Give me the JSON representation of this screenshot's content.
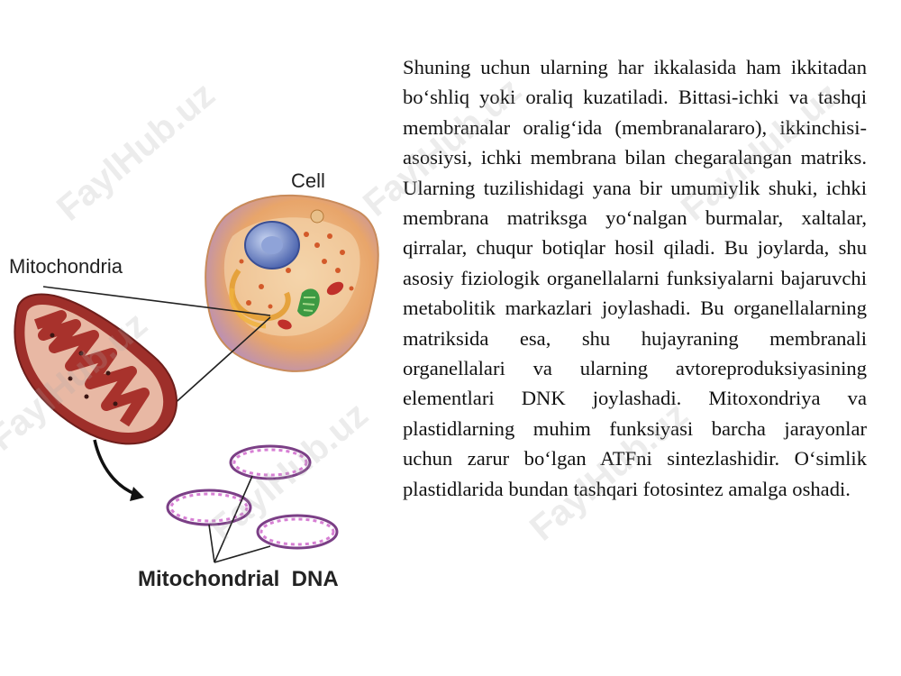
{
  "watermark": "FaylHub.uz",
  "figure": {
    "cell_label": "Cell",
    "mitochondria_label": "Mitochondria",
    "dna_label": "Mitochondrial  DNA"
  },
  "paragraph": "Shuning uchun ularning har ikkalasida  ham ikkitadan bo‘shliq yoki oraliq kuzatiladi. Bittasi-ichki va tashqi membranalar oralig‘ida (membranalararo), ikkinchisi- asosiysi, ichki membrana bilan chegaralangan matriks. Ularning tuzilishidagi yana bir umumiylik shuki, ichki membrana matriksga yo‘nalgan burmalar, xaltalar, qirralar, chuqur botiqlar hosil qiladi. Bu joylarda, shu asosiy fiziologik organellalarni funksiyalarni bajaruvchi metabolitik markazlari joylashadi. Bu organellalarning matriksida esa, shu hujayraning membranali organellalari va ularning avtoreproduksiyasining elementlari DNK joylashadi. Mitoxondriya va plastidlarning muhim funksiyasi barcha jarayonlar uchun zarur bo‘lgan ATFni sintezlashidir. O‘simlik plastidlarida bundan tashqari fotosintez amalga oshadi."
}
